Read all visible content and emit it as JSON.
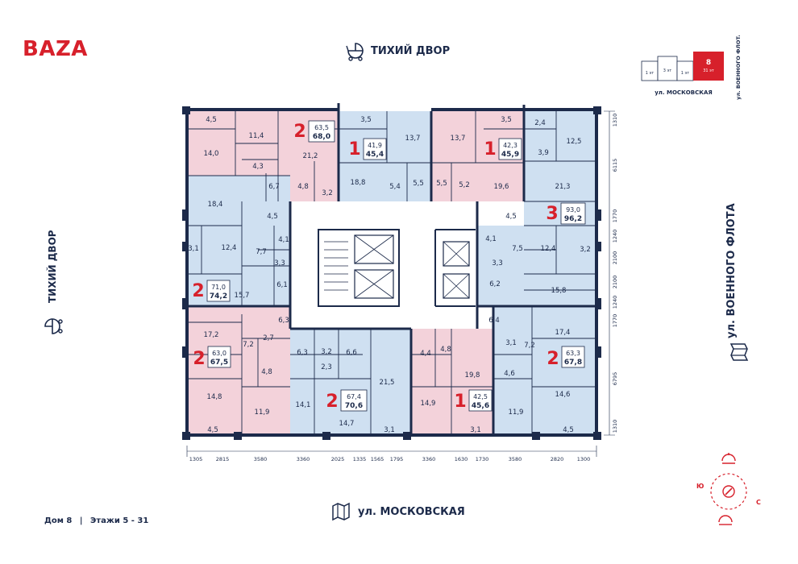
{
  "brand": "BAZA",
  "top_label": "ТИХИЙ ДВОР",
  "left_label": "ТИХИЙ ДВОР",
  "bottom_label": "ул. МОСКОВСКАЯ",
  "right_label": "ул. ВОЕННОГО ФЛОТА",
  "footer": {
    "house": "Дом 8",
    "sep": "|",
    "floors": "Этажи 5 - 31"
  },
  "minimap": {
    "blocks": [
      "1 эт",
      "3 эт",
      "1 эт"
    ],
    "active_num": "8",
    "active_floors": "31 эт",
    "street_bottom": "ул. МОСКОВСКАЯ",
    "street_right": "ул. ВОЕННОГО ФЛОТА"
  },
  "compass": {
    "south": "Ю",
    "north": "С"
  },
  "colors": {
    "pink": "#f3d2da",
    "blue": "#cfe0f1",
    "wall": "#1c2a4a",
    "accent": "#d7202b"
  },
  "apartments": [
    {
      "rooms": "2",
      "area": "63,5",
      "total": "68,0",
      "color": "pink",
      "rooms_list": [
        "4,5",
        "14,0",
        "11,4",
        "21,2",
        "4,3",
        "6,7",
        "4,8",
        "3,2"
      ]
    },
    {
      "rooms": "1",
      "area": "41,9",
      "total": "45,4",
      "color": "blue",
      "rooms_list": [
        "3,5",
        "13,7",
        "18,8",
        "5,4",
        "5,5"
      ]
    },
    {
      "rooms": "1",
      "area": "42,3",
      "total": "45,9",
      "color": "pink",
      "rooms_list": [
        "3,5",
        "13,7",
        "5,5",
        "5,2",
        "19,6"
      ]
    },
    {
      "rooms": "3",
      "area": "93,0",
      "total": "96,2",
      "color": "blue",
      "rooms_list": [
        "2,4",
        "12,5",
        "3,9",
        "21,3",
        "4,5",
        "4,1",
        "7,5",
        "12,4",
        "3,2",
        "3,3",
        "6,2",
        "15,8"
      ]
    },
    {
      "rooms": "2",
      "area": "71,0",
      "total": "74,2",
      "color": "blue",
      "rooms_list": [
        "18,4",
        "4,5",
        "3,1",
        "12,4",
        "7,7",
        "4,1",
        "3,3",
        "6,1",
        "15,7"
      ]
    },
    {
      "rooms": "2",
      "area": "63,0",
      "total": "67,5",
      "color": "pink",
      "rooms_list": [
        "17,2",
        "6,3",
        "7,2",
        "2,7",
        "4,8",
        "14,8",
        "11,9",
        "4,5"
      ]
    },
    {
      "rooms": "2",
      "area": "67,4",
      "total": "70,6",
      "color": "blue",
      "rooms_list": [
        "6,3",
        "3,2",
        "6,6",
        "2,3",
        "14,1",
        "14,7",
        "21,5",
        "3,1"
      ]
    },
    {
      "rooms": "1",
      "area": "42,5",
      "total": "45,6",
      "color": "pink",
      "rooms_list": [
        "4,4",
        "4,8",
        "19,8",
        "14,9",
        "3,1"
      ]
    },
    {
      "rooms": "2",
      "area": "63,3",
      "total": "67,8",
      "color": "blue",
      "rooms_list": [
        "6,4",
        "17,4",
        "3,1",
        "7,2",
        "4,6",
        "11,9",
        "14,6",
        "4,5"
      ]
    }
  ],
  "dims_bottom": [
    "1305",
    "2815",
    "3580",
    "3360",
    "2025",
    "1335",
    "1565",
    "1795",
    "3360",
    "1630",
    "1730",
    "3580",
    "2820",
    "1300"
  ],
  "dims_right": [
    "1310",
    "6115",
    "1770",
    "1240",
    "2100",
    "2100",
    "1240",
    "1770",
    "6795",
    "1310"
  ]
}
